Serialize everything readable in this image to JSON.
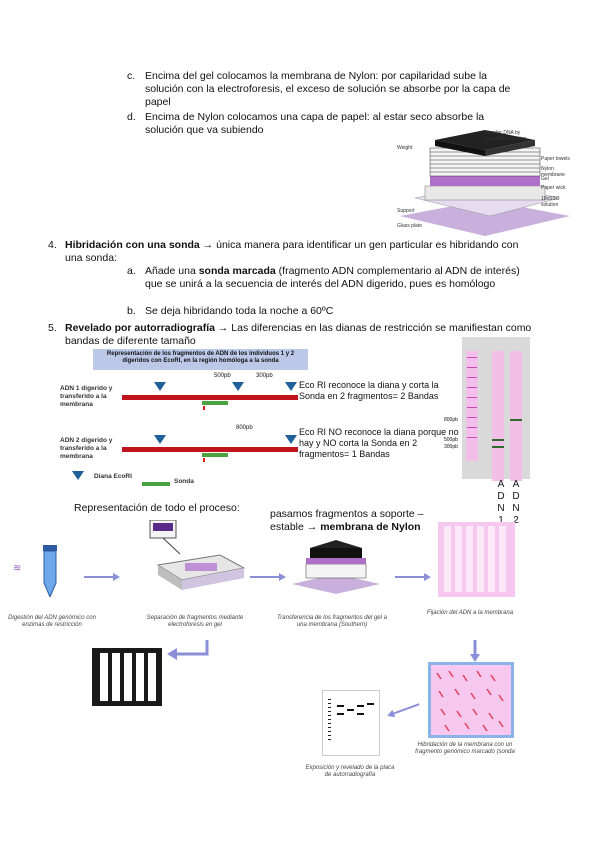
{
  "items": {
    "c_marker": "c.",
    "c_text": "Encima del gel colocamos la membrana de Nylon: por capilaridad sube la solución con la electroforesis, el exceso de solución se absorbe por la capa de papel",
    "d_marker": "d.",
    "d_text": "Encima de Nylon colocamos una capa de papel: al estar seco absorbe la solución que va subiendo"
  },
  "blot_labels": {
    "top": "transfer DNA by membrane blotting",
    "weight": "Weight",
    "paper_towels": "Paper towels",
    "nylon_membrane": "Nylon membrane",
    "gel": "Gel",
    "paper_wick": "Paper wick",
    "support": "Support",
    "glass_plate": "Glass plate",
    "ssc": "10xSSC solution"
  },
  "section4": {
    "number": "4.",
    "title": "Hibridación con una sonda",
    "rest": " → única manera para identificar un gen particular es hibridando con una sonda:",
    "a_marker": "a.",
    "a_pre": "Añade una ",
    "a_bold": "sonda marcada",
    "a_post": " (fragmento ADN complementario al ADN de interés) que se unirá a la secuencia de interés del ADN digerido, pues es homólogo",
    "b_marker": "b.",
    "b_text": "Se deja hibridando toda la noche a 60ºC"
  },
  "section5": {
    "number": "5.",
    "title": "Revelado por autorradiografía",
    "rest": " → Las diferencias en las dianas de restricción se manifiestan como bandas de diferente tamaño"
  },
  "rflp": {
    "header": "Representación de los fragmentos de ADN de los individuos 1 y 2 digeridos con EcoRI, en la región homóloga a la sonda",
    "adn1_label": "ADN 1 digerido y transferido a la membrana",
    "adn2_label": "ADN 2 digerido y transferido a la membrana",
    "len_a": "500pb",
    "len_b": "300pb",
    "len_c": "800pb",
    "diana_label": "Diana EcoRI",
    "sonda_label": "Sonda",
    "note1": "Eco RI reconoce la diana y corta la Sonda en  2 fragmentos= 2 Bandas",
    "note2": "Eco RI NO reconoce la diana porque no hay y NO corta la Sonda en  2 fragmentos= 1 Bandas"
  },
  "membrane": {
    "m800": "800pb",
    "m500": "500pb",
    "m300": "300pb",
    "lane1_label": "A D N",
    "lane1_num": "1",
    "lane2_label": "A D N",
    "lane2_num": "2"
  },
  "process": {
    "heading": "Representación de todo el proceso:",
    "overlay_line1": "pasamos fragmentos a soporte –",
    "overlay_line2_pre": "estable → ",
    "overlay_line2_bold": "membrana de Nylon",
    "cap1": "Digestión del ADN genómico con enzimas de restricción",
    "cap2": "Separación de fragmentos mediante electroforesis en gel",
    "cap3": "Transferencia de los fragmentos del gel a una membrana (Southern)",
    "cap4": "Fijación del ADN a la membrana",
    "cap5": "Hibridación de la membrana con un fragmento genómico marcado (sonda",
    "cap6": "Exposición y revelado de la placa de autorradiografía"
  }
}
